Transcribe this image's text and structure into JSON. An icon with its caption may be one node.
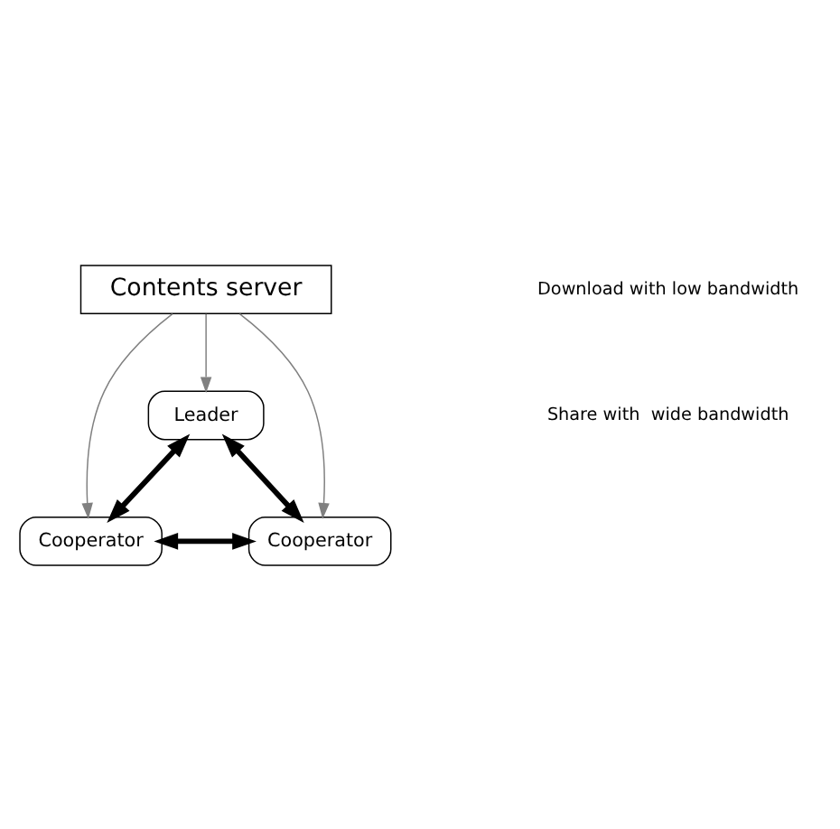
{
  "diagram": {
    "nodes": [
      {
        "text": [
          "Contents server"
        ]
      },
      {
        "text": [
          "Leader"
        ]
      },
      {
        "text": [
          "Cooperator"
        ]
      },
      {
        "text": [
          "Cooperator"
        ]
      }
    ],
    "edges": [
      {
        "from": 0,
        "to": 1,
        "arrow": "to",
        "color": "#808080"
      },
      {
        "from": 0,
        "to": 2,
        "arrow": "to",
        "color": "#808080"
      },
      {
        "from": 0,
        "to": 3,
        "arrow": "to",
        "color": "#808080"
      },
      {
        "from": 1,
        "to": 2,
        "arrow": "both",
        "style": "thick",
        "color": "#000000"
      },
      {
        "from": 1,
        "to": 3,
        "arrow": "both",
        "style": "thick",
        "color": "#000000"
      },
      {
        "from": 2,
        "to": 3,
        "arrow": "both",
        "style": "thick",
        "color": "#000000"
      }
    ],
    "legend": [
      {
        "text": "Download with low bandwidth"
      },
      {
        "text": "Share with  wide bandwidth"
      }
    ]
  }
}
